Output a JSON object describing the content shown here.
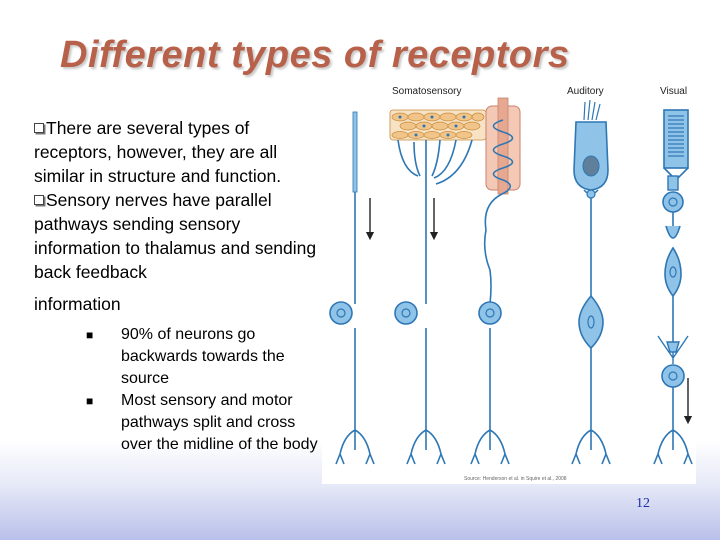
{
  "slide": {
    "title": "Different types of receptors",
    "para1": "There are several types of receptors, however, they are all similar in structure and function.",
    "para2": "Sensory nerves have parallel pathways sending sensory information to thalamus and sending back feedback",
    "para3": "information",
    "subbullets": [
      "90% of neurons go backwards towards the source",
      "Most sensory and motor pathways split and cross over the midline of the body"
    ],
    "page_number": "12"
  },
  "figure": {
    "labels": {
      "somatosensory": "Somatosensory",
      "auditory": "Auditory",
      "visual": "Visual"
    },
    "credit": "Source: Henderson et al. in Squire et al., 2008"
  },
  "colors": {
    "title": "#b8614a",
    "neuron_fill": "#8fc3e8",
    "neuron_stroke": "#2e77b5",
    "nucleus": "#5f7f9a",
    "skin": "#f3c9b5",
    "cells": "#f1c58a",
    "page_number": "#1f2ea8"
  }
}
